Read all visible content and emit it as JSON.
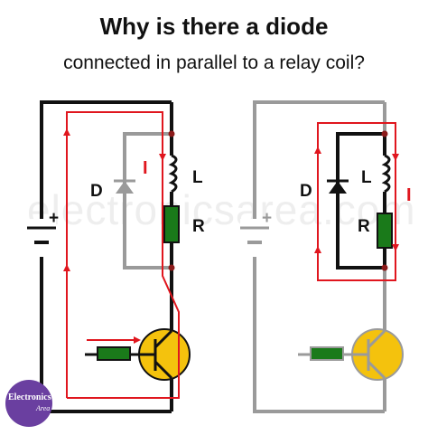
{
  "header": {
    "title": "Why is there a diode",
    "subtitle": "connected in parallel to a relay coil?"
  },
  "labels": {
    "diode": "D",
    "inductor": "L",
    "resistor": "R",
    "current": "I",
    "battery_plus": "+"
  },
  "watermark": "electronicsarea.com",
  "logo": {
    "line1": "Electronics",
    "line2": "Area"
  },
  "colors": {
    "wire_active": "#111111",
    "wire_inactive": "#9a9a9a",
    "current_path": "#e0161e",
    "resistor": "#1a7a1a",
    "transistor_on": "#f4c20d",
    "logo": "#6a3fa0"
  }
}
